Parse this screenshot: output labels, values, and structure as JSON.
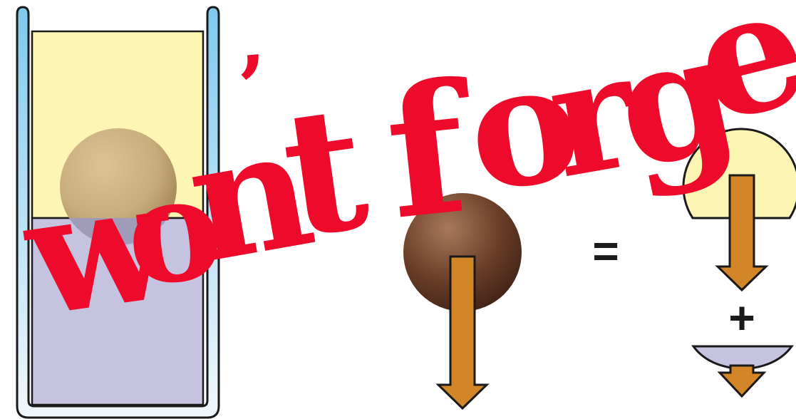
{
  "diagram": {
    "operators": {
      "equals": "=",
      "plus": "+"
    },
    "stamp_text": [
      "w",
      "o",
      "n",
      "’",
      "t",
      "f",
      "o",
      "r",
      "g",
      "e"
    ],
    "colors": {
      "upper_liquid": "#fdf5b4",
      "lower_liquid": "#c6c3e0",
      "glass_outline": "#1a1a1a",
      "glass_blue": "#8fd2ef",
      "ball_in_liquid": "#c8b07e",
      "dense_ball": "#5e3423",
      "force_arrow": "#d28628",
      "stamp_red": "#ee0a2a"
    },
    "icons": [
      "beaker-icon",
      "sphere-icon",
      "force-arrow-icon",
      "hemisphere-cap-icon",
      "lens-segment-icon"
    ]
  }
}
